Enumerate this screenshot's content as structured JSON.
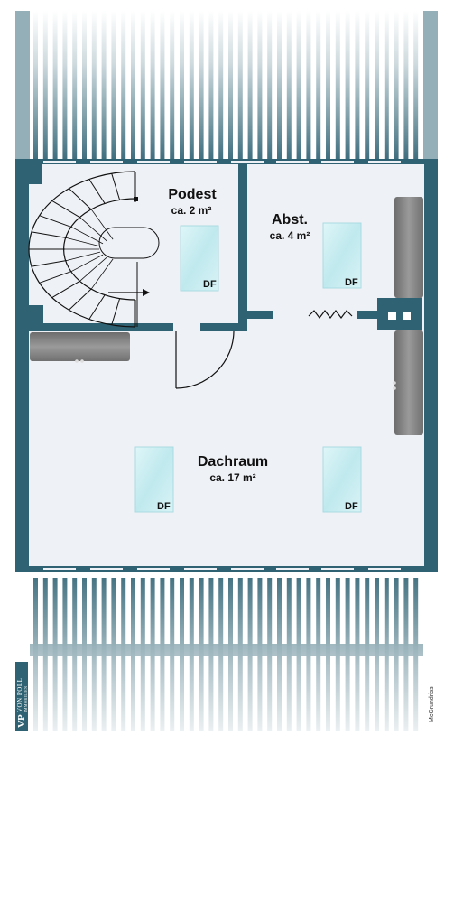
{
  "rooms": {
    "podest": {
      "name": "Podest",
      "area": "ca. 2 m²"
    },
    "abst": {
      "name": "Abst.",
      "area": "ca. 4 m²"
    },
    "dachraum": {
      "name": "Dachraum",
      "area": "ca. 17 m²"
    }
  },
  "skylights": {
    "label": "DF",
    "items": [
      {
        "room": "Podest",
        "label": "DF"
      },
      {
        "room": "Abst.",
        "label": "DF"
      },
      {
        "room": "Dachraum",
        "label": "DF"
      },
      {
        "room": "Dachraum",
        "label": "DF"
      }
    ]
  },
  "branding": {
    "logo_mark": "VP",
    "logo_name": "VON POLL",
    "logo_tagline": "IMMOBILIEN",
    "credit": "McGrundriss"
  },
  "colors": {
    "wall": "#2f6272",
    "floor": "#eef1f5",
    "roof_stripe": "#3e6e7e",
    "skylight": "#c8ecf0",
    "beam": "#7d7d7d"
  }
}
